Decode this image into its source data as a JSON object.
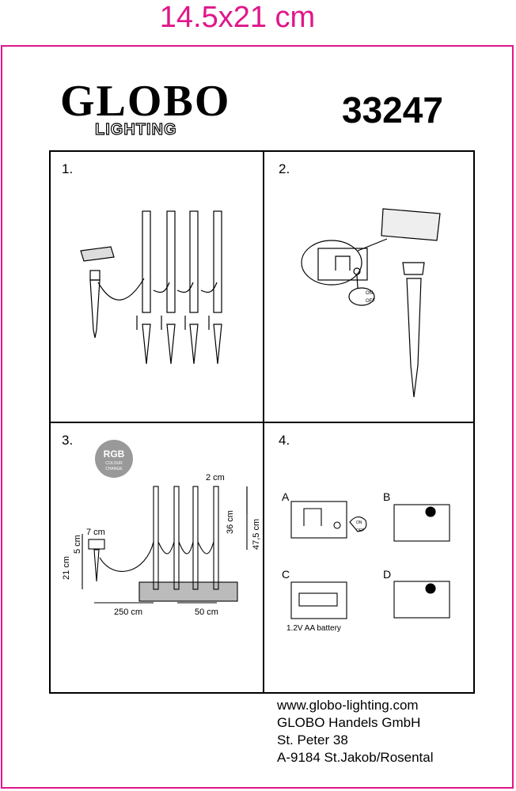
{
  "page_size": "14.5x21 cm",
  "brand": {
    "name": "GLOBO",
    "sub": "LIGHTING"
  },
  "model": "33247",
  "steps": [
    {
      "number": "1."
    },
    {
      "number": "2.",
      "switch_on": "ON",
      "switch_off": "OFF"
    },
    {
      "number": "3.",
      "badge_main": "RGB",
      "badge_sub1": "COLOUR",
      "badge_sub2": "CHANGE",
      "dims": {
        "tube_width": "2 cm",
        "tube_height": "36 cm",
        "total_height": "47,5 cm",
        "panel_width": "7 cm",
        "panel_height": "5 cm",
        "stake_height": "21 cm",
        "cable": "250 cm",
        "spacing": "50 cm"
      }
    },
    {
      "number": "4.",
      "a": "A",
      "b": "B",
      "c": "C",
      "d": "D",
      "switch_on": "ON",
      "switch_off": "OFF",
      "battery": "1.2V AA battery"
    }
  ],
  "footer": {
    "website": "www.globo-lighting.com",
    "company": "GLOBO Handels GmbH",
    "street": "St.  Peter 38",
    "city": "A-9184 St.Jakob/Rosental"
  }
}
